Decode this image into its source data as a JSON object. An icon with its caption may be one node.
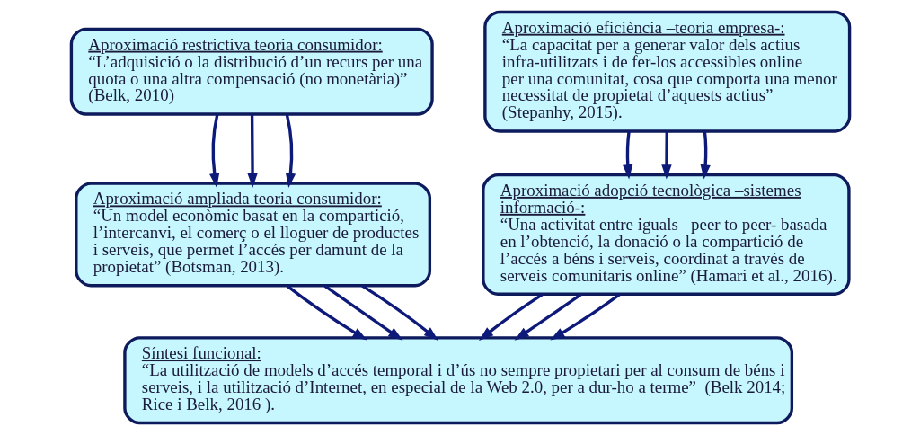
{
  "diagram": {
    "nodes": [
      {
        "text": [
          "Aproximació restrictiva teoria consumidor:",
          "“L’adquisició o la distribució d’un recurs per una quota o una altra compensació (no monetària)” (Belk, 2010)"
        ]
      },
      {
        "text": [
          "Aproximació ampliada teoria consumidor:",
          "“Un model econòmic basat en la compartició, l’intercanvi, el comerç o el lloguer de productes i serveis, que permet l’accés per damunt de la propietat” (Botsman, 2013)."
        ]
      },
      {
        "text": [
          "Aproximació eficiència –teoria empresa-:",
          "“La capacitat per a generar valor dels actius infra-utilitzats i de fer-los accessibles online per una comunitat, cosa que comporta una menor necessitat de propietat d’aquests actius” (Stepanhy, 2015)."
        ]
      },
      {
        "text": [
          "Aproximació adopció tecnològica –sistemes informació-:",
          "“Una activitat entre iguals –peer to peer- basada en l’obtenció, la donació o la compartició de l’accés a béns i serveis, coordinat a través de serveis comunitaris online” (Hamari et al., 2016)."
        ]
      },
      {
        "text": [
          "Síntesi funcional:",
          "“La utilització de models d’accés temporal i d’ús no sempre propietari per al consum de béns i serveis, i la utilització d’Internet, en especial de la Web 2.0, per a dur-ho a terme”  (Belk 2014; Rice i Belk, 2016 )."
        ]
      }
    ],
    "edges": [
      {
        "from": 0,
        "to": 1,
        "arrow": "to"
      },
      {
        "from": 0,
        "to": 1,
        "arrow": "to"
      },
      {
        "from": 0,
        "to": 1,
        "arrow": "to"
      },
      {
        "from": 2,
        "to": 3,
        "arrow": "to"
      },
      {
        "from": 2,
        "to": 3,
        "arrow": "to"
      },
      {
        "from": 2,
        "to": 3,
        "arrow": "to"
      },
      {
        "from": 1,
        "to": 4,
        "arrow": "to"
      },
      {
        "from": 1,
        "to": 4,
        "arrow": "to"
      },
      {
        "from": 1,
        "to": 4,
        "arrow": "to"
      },
      {
        "from": 3,
        "to": 4,
        "arrow": "to"
      },
      {
        "from": 3,
        "to": 4,
        "arrow": "to"
      },
      {
        "from": 3,
        "to": 4,
        "arrow": "to"
      }
    ]
  }
}
